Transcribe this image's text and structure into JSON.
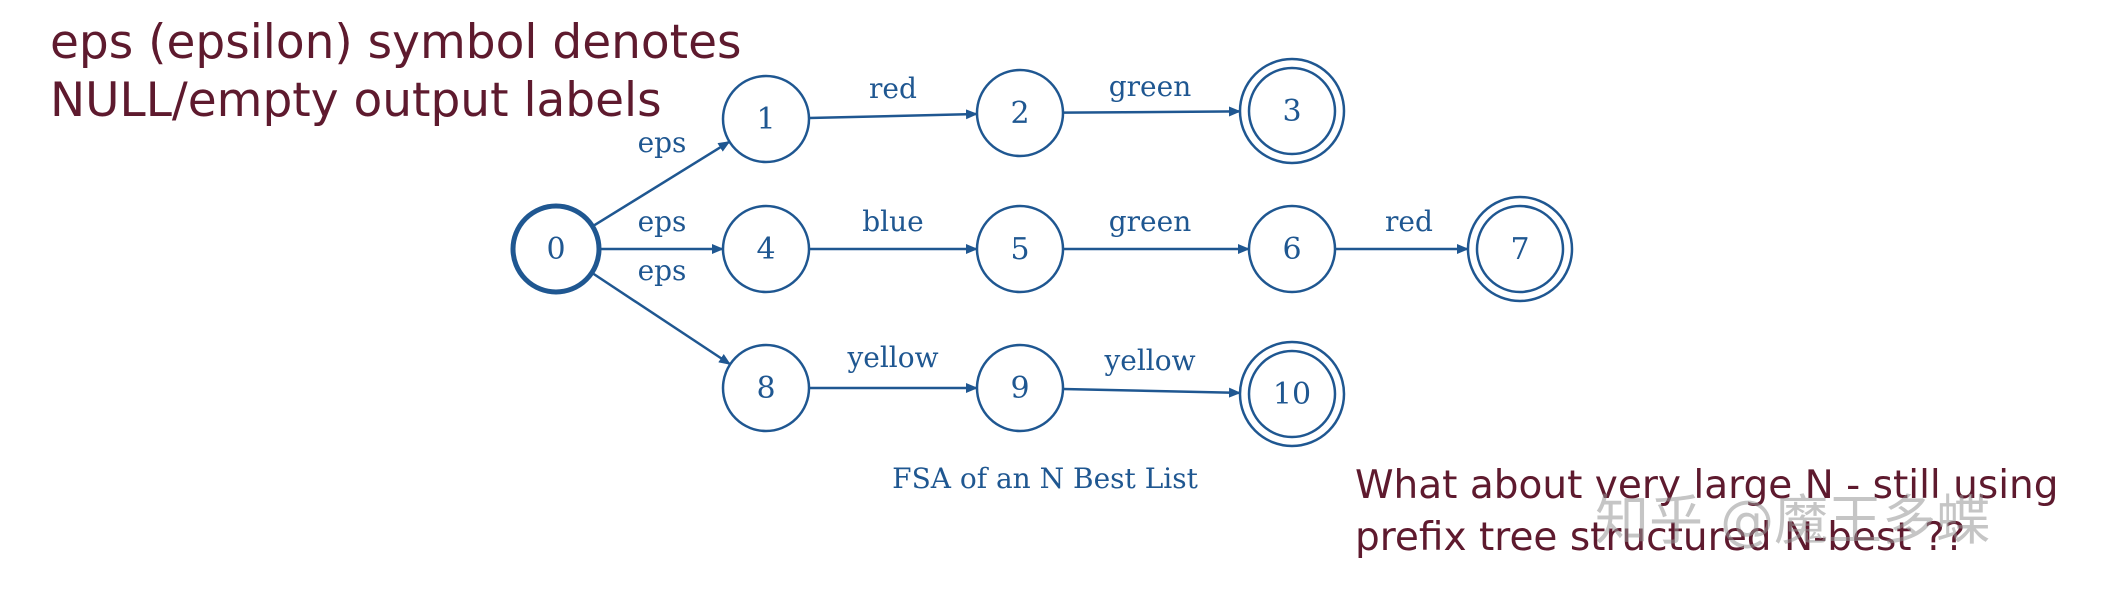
{
  "notes": {
    "top_line1": "eps (epsilon) symbol denotes",
    "top_line2": "NULL/empty output labels",
    "bottom_line1": "What about very large N - still using",
    "bottom_line2": "prefix tree structured N-best ??"
  },
  "diagram": {
    "caption": "FSA of an N Best List",
    "colors": {
      "stroke": "#1f5791",
      "text": "#1f5791",
      "note": "#5e1a2e"
    },
    "states": [
      {
        "id": "0",
        "start": true,
        "final": false
      },
      {
        "id": "1",
        "final": false
      },
      {
        "id": "2",
        "final": false
      },
      {
        "id": "3",
        "final": true
      },
      {
        "id": "4",
        "final": false
      },
      {
        "id": "5",
        "final": false
      },
      {
        "id": "6",
        "final": false
      },
      {
        "id": "7",
        "final": true
      },
      {
        "id": "8",
        "final": false
      },
      {
        "id": "9",
        "final": false
      },
      {
        "id": "10",
        "final": true
      }
    ],
    "transitions": [
      {
        "from": "0",
        "to": "1",
        "label": "eps"
      },
      {
        "from": "0",
        "to": "4",
        "label": "eps"
      },
      {
        "from": "0",
        "to": "8",
        "label": "eps"
      },
      {
        "from": "1",
        "to": "2",
        "label": "red"
      },
      {
        "from": "2",
        "to": "3",
        "label": "green"
      },
      {
        "from": "4",
        "to": "5",
        "label": "blue"
      },
      {
        "from": "5",
        "to": "6",
        "label": "green"
      },
      {
        "from": "6",
        "to": "7",
        "label": "red"
      },
      {
        "from": "8",
        "to": "9",
        "label": "yellow"
      },
      {
        "from": "9",
        "to": "10",
        "label": "yellow"
      }
    ]
  },
  "watermark": "知乎 @魔王多蝶"
}
